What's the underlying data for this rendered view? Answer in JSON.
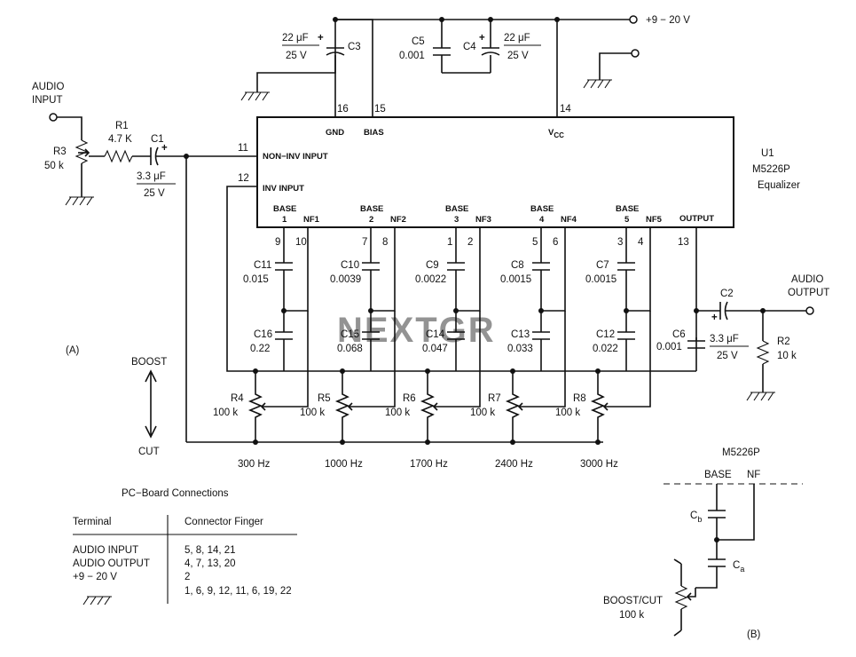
{
  "supply": "+9 − 20 V",
  "audio_input": [
    "AUDIO",
    "INPUT"
  ],
  "audio_output": [
    "AUDIO",
    "OUTPUT"
  ],
  "ic": {
    "ref": "U1",
    "part": "M5226P",
    "desc": "Equalizer",
    "pin_labels": {
      "gnd": "GND",
      "bias": "BIAS",
      "vcc": "V",
      "vcc_sub": "CC",
      "non_inv": "NON−INV INPUT",
      "inv": "INV INPUT",
      "output": "OUTPUT",
      "base": "BASE",
      "nf": [
        "NF1",
        "NF2",
        "NF3",
        "NF4",
        "NF5"
      ],
      "base_nums": [
        "1",
        "2",
        "3",
        "4",
        "5"
      ]
    },
    "pins": {
      "p16": "16",
      "p15": "15",
      "p14": "14",
      "p11": "11",
      "p12": "12",
      "p13": "13",
      "bottom": [
        "9",
        "10",
        "7",
        "8",
        "1",
        "2",
        "5",
        "6",
        "3",
        "4"
      ]
    }
  },
  "parts": {
    "R1": {
      "ref": "R1",
      "val": "4.7 K"
    },
    "R3": {
      "ref": "R3",
      "val": "50 k"
    },
    "C1": {
      "ref": "C1",
      "val": "3.3 μF",
      "v": "25 V"
    },
    "C3": {
      "ref": "C3",
      "val": "22 μF",
      "v": "25 V"
    },
    "C4": {
      "ref": "C4",
      "val": "22 μF",
      "v": "25 V"
    },
    "C5": {
      "ref": "C5",
      "val": "0.001"
    },
    "C2": {
      "ref": "C2",
      "val": "3.3 μF",
      "v": "25 V"
    },
    "C6": {
      "ref": "C6",
      "val": "0.001"
    },
    "R2": {
      "ref": "R2",
      "val": "10 k"
    }
  },
  "bands": [
    {
      "ctop": "C11",
      "cval": "0.015",
      "cbot": "C16",
      "cbval": "0.22",
      "r": "R4",
      "rval": "100 k",
      "freq": "300 Hz"
    },
    {
      "ctop": "C10",
      "cval": "0.0039",
      "cbot": "C15",
      "cbval": "0.068",
      "r": "R5",
      "rval": "100 k",
      "freq": "1000 Hz"
    },
    {
      "ctop": "C9",
      "cval": "0.0022",
      "cbot": "C14",
      "cbval": "0.047",
      "r": "R6",
      "rval": "100 k",
      "freq": "1700 Hz"
    },
    {
      "ctop": "C8",
      "cval": "0.0015",
      "cbot": "C13",
      "cbval": "0.033",
      "r": "R7",
      "rval": "100 k",
      "freq": "2400 Hz"
    },
    {
      "ctop": "C7",
      "cval": "0.0015",
      "cbot": "C12",
      "cbval": "0.022",
      "r": "R8",
      "rval": "100 k",
      "freq": "3000 Hz"
    }
  ],
  "labels": {
    "a": "(A)",
    "b": "(B)",
    "boost": "BOOST",
    "cut": "CUT",
    "watermark": "NEXTGR"
  },
  "inset": {
    "title": "M5226P",
    "base": "BASE",
    "nf": "NF",
    "cb": "C",
    "cb_sub": "b",
    "ca": "C",
    "ca_sub": "a",
    "pot": [
      "BOOST/CUT",
      "100 k"
    ]
  },
  "pcb": {
    "title": "PC−Board Connections",
    "headers": [
      "Terminal",
      "Connector Finger"
    ],
    "rows": [
      [
        "AUDIO INPUT",
        "5, 8, 14, 21"
      ],
      [
        "AUDIO OUTPUT",
        "4, 7, 13, 20"
      ],
      [
        "+9 − 20 V",
        "2"
      ],
      [
        "",
        "1, 6, 9, 12, 11, 6, 19, 22"
      ]
    ],
    "ground_symbol": "ground-icon"
  }
}
